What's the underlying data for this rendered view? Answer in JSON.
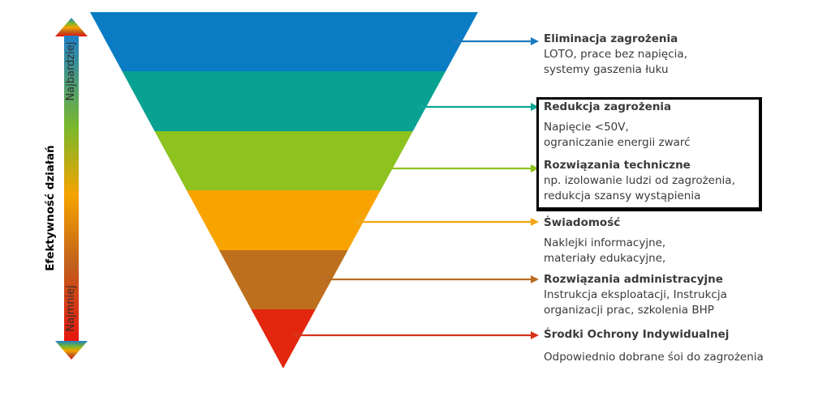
{
  "axis": {
    "title": "Efektywność działań",
    "top_label": "Najbardziej",
    "bottom_label": "Najmniej"
  },
  "levels": [
    {
      "title": "Eliminacja zagrożenia",
      "lines": [
        "LOTO, prace bez napięcia,",
        "systemy gaszenia łuku"
      ],
      "color": "#0a7cc4",
      "arrow_color": "#1a7bc0"
    },
    {
      "title": "Redukcja zagrożenia",
      "lines": [
        "Napięcie <50V,",
        "ograniczanie energii zwarć"
      ],
      "color": "#09a191",
      "arrow_color": "#0ba594"
    },
    {
      "title": "Rozwiązania techniczne",
      "lines": [
        "np. izolowanie ludzi od zagrożenia,",
        "redukcja szansy wystąpienia"
      ],
      "color": "#8dc21f",
      "arrow_color": "#8dc21f"
    },
    {
      "title": "Świadomość",
      "lines": [
        "Naklejki informacyjne,",
        "materiały edukacyjne,"
      ],
      "color": "#f9a300",
      "arrow_color": "#f4a614"
    },
    {
      "title": "Rozwiązania administracyjne",
      "lines": [
        "Instrukcja eksploatacji, Instrukcja",
        "organizacji prac, szkolenia BHP"
      ],
      "color": "#bd6f1d",
      "arrow_color": "#b96d22"
    },
    {
      "title": "Środki Ochrony Indywidualnej",
      "lines": [
        "Odpowiednio dobrane śoi do zagrożenia"
      ],
      "color": "#e3260e",
      "arrow_color": "#d8321a"
    }
  ]
}
